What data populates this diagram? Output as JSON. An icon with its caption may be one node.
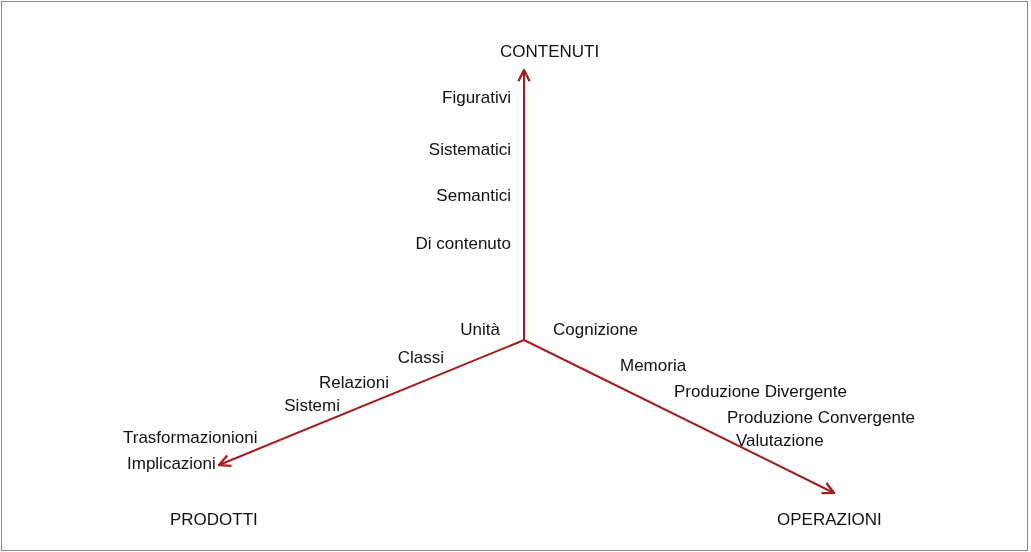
{
  "diagram": {
    "nodes": [
      {
        "text": [
          "CONTENUTI"
        ]
      },
      {
        "text": [
          "PRODOTTI"
        ]
      },
      {
        "text": [
          "OPERAZIONI"
        ]
      }
    ],
    "edges": [
      {
        "from": null,
        "to": 0,
        "arrow": "to"
      },
      {
        "from": null,
        "to": 1,
        "arrow": "to"
      },
      {
        "from": null,
        "to": 2,
        "arrow": "to"
      }
    ],
    "labels": [
      "Figurativi",
      "Sistematici",
      "Semantici",
      "Di contenuto",
      "Unità",
      "Cognizione",
      "Classi",
      "Memoria",
      "Relazioni",
      "Produzione Divergente",
      "Sistemi",
      "Produzione Convergente",
      "Trasformazionioni",
      "Valutazione",
      "Implicazioni"
    ]
  }
}
